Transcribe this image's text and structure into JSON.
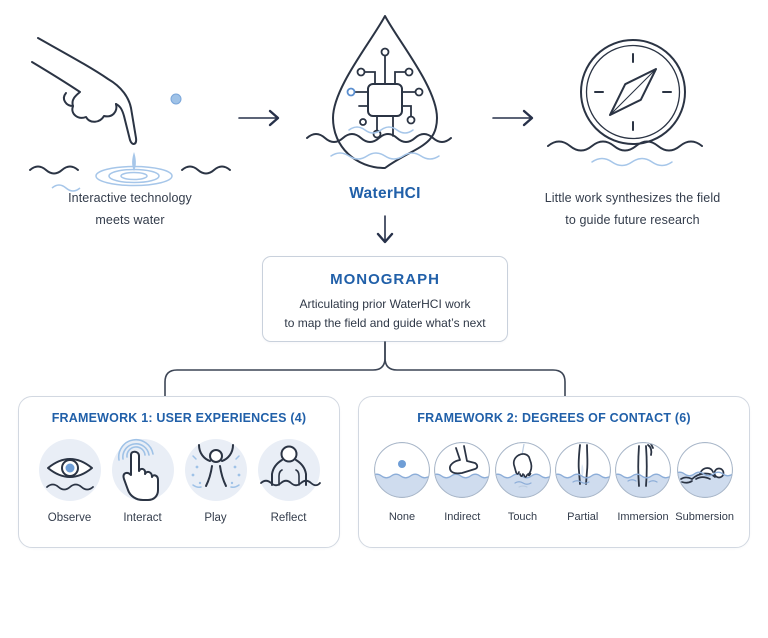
{
  "colors": {
    "accent_blue": "#2160a9",
    "ink": "#2b3444",
    "water_light_blue": "#a6c6e9",
    "water_fill": "#cfdcee",
    "water_wave_line": "#8cadd8",
    "dot_blue": "#6f9ed6",
    "icon_circle_bg": "#e9eef6",
    "box_border": "#d2d8e1"
  },
  "intro": {
    "left": {
      "icon": "hand-touching-water-icon",
      "caption_line1": "Interactive technology",
      "caption_line2": "meets water"
    },
    "center": {
      "icon": "water-drop-chip-icon",
      "caption": "WaterHCI"
    },
    "right": {
      "icon": "compass-icon",
      "caption_line1": "Little work synthesizes the field",
      "caption_line2": "to guide future research"
    }
  },
  "flow_icons": {
    "arrow_left_to_center": "right-arrow-icon",
    "arrow_center_to_right": "right-arrow-icon",
    "arrow_center_down": "down-arrow-icon",
    "split": "branch-connector"
  },
  "monograph": {
    "title": "MONOGRAPH",
    "line1": "Articulating prior WaterHCI work",
    "line2": "to map the field and guide what’s next"
  },
  "framework1": {
    "title": "FRAMEWORK 1: USER EXPERIENCES (4)",
    "items": [
      {
        "label": "Observe",
        "icon": "eye-above-water-icon"
      },
      {
        "label": "Interact",
        "icon": "pointing-hand-ripples-icon"
      },
      {
        "label": "Play",
        "icon": "splashing-person-icon"
      },
      {
        "label": "Reflect",
        "icon": "person-in-water-icon"
      }
    ]
  },
  "framework2": {
    "title": "FRAMEWORK 2: DEGREES OF CONTACT (6)",
    "items": [
      {
        "label": "None",
        "icon": "dot-above-water-icon"
      },
      {
        "label": "Indirect",
        "icon": "foot-above-water-icon"
      },
      {
        "label": "Touch",
        "icon": "hand-touching-surface-icon"
      },
      {
        "label": "Partial",
        "icon": "legs-partially-submerged-icon"
      },
      {
        "label": "Immersion",
        "icon": "body-immersed-icon"
      },
      {
        "label": "Submersion",
        "icon": "swimmer-submerged-icon"
      }
    ]
  }
}
